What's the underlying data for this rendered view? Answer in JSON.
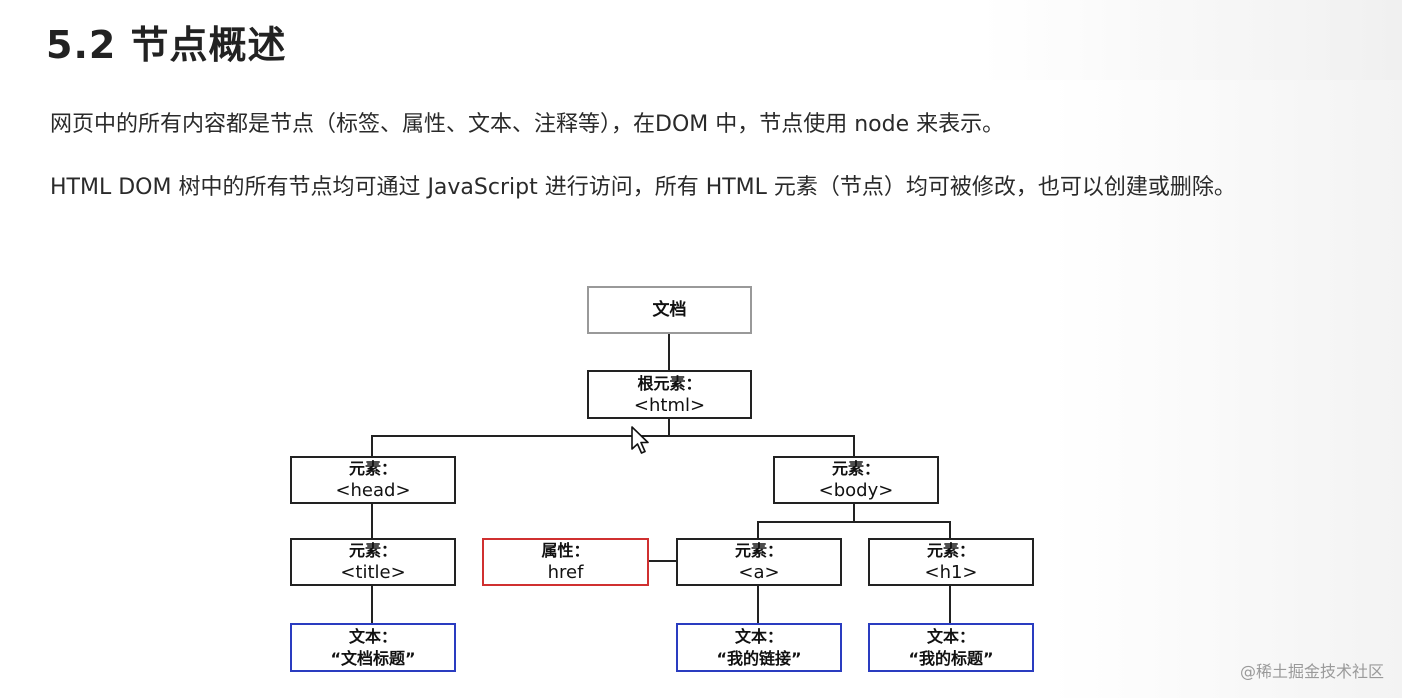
{
  "slide": {
    "title": "5.2 节点概述",
    "paragraph1": "网页中的所有内容都是节点（标签、属性、文本、注释等），在DOM 中，节点使用 node 来表示。",
    "paragraph2": "HTML DOM 树中的所有节点均可通过 JavaScript 进行访问，所有 HTML 元素（节点）均可被修改，也可以创建或删除。"
  },
  "tree": {
    "document": {
      "label": "文档"
    },
    "root": {
      "label": "根元素：",
      "tag": "<html>"
    },
    "head": {
      "label": "元素：",
      "tag": "<head>"
    },
    "body": {
      "label": "元素：",
      "tag": "<body>"
    },
    "title_el": {
      "label": "元素：",
      "tag": "<title>"
    },
    "attr": {
      "label": "属性：",
      "tag": "href"
    },
    "a_el": {
      "label": "元素：",
      "tag": "<a>"
    },
    "h1_el": {
      "label": "元素：",
      "tag": "<h1>"
    },
    "text1": {
      "label": "文本：",
      "tag": "“文档标题”"
    },
    "text2": {
      "label": "文本：",
      "tag": "“我的链接”"
    },
    "text3": {
      "label": "文本：",
      "tag": "“我的标题”"
    }
  },
  "colors": {
    "node_border": "#222222",
    "document_border": "#999999",
    "attribute_border": "#d03030",
    "text_border": "#2a3cc0"
  },
  "watermark": "@稀土掘金技术社区"
}
